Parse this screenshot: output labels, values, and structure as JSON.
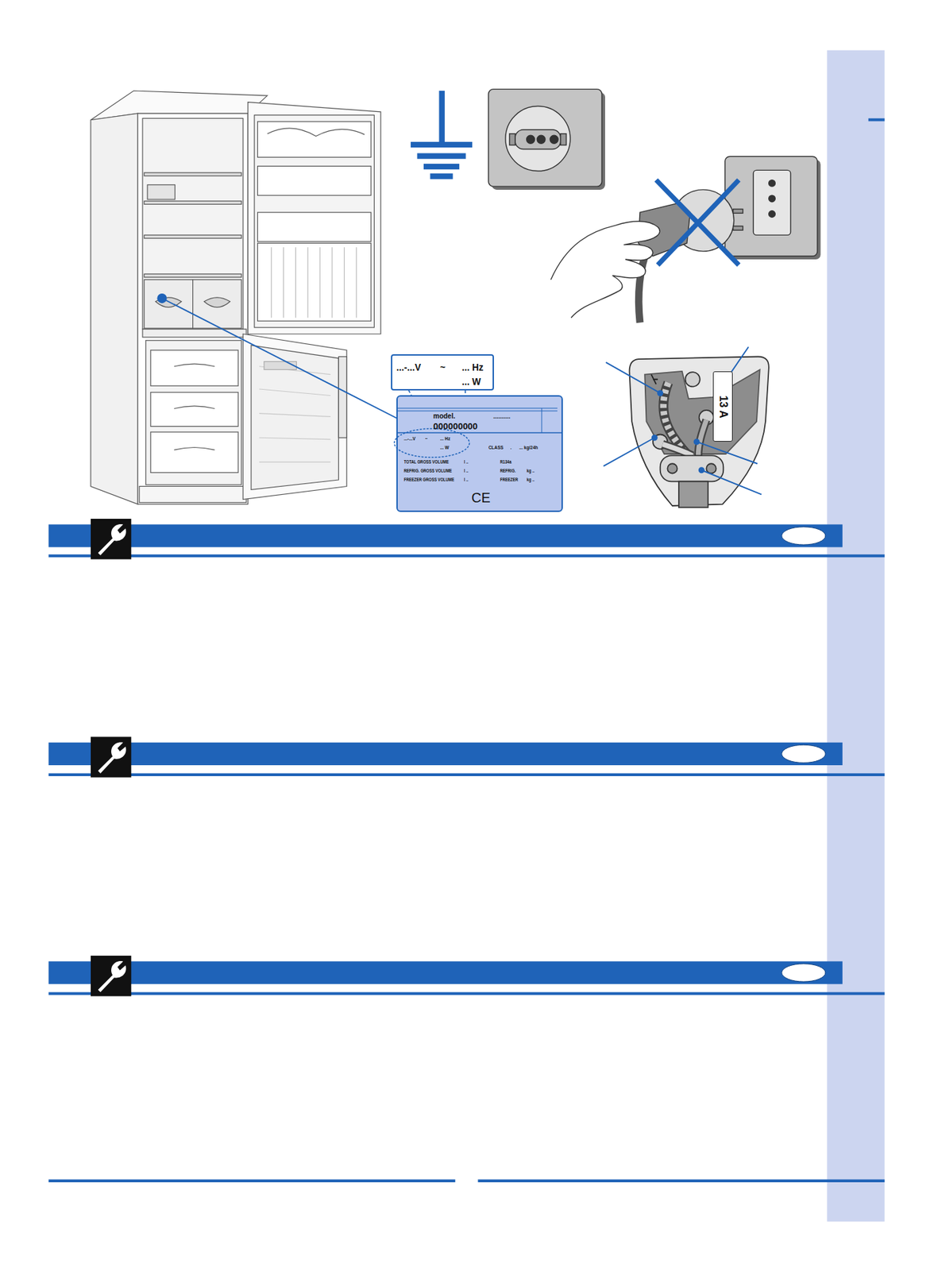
{
  "diagram": {
    "nodes": [
      {
        "text": [
          "...-...V",
          "~",
          "... Hz",
          "... W"
        ]
      },
      {
        "text": [
          "model.",
          "..........",
          "000000000",
          "...-...V",
          "~",
          "... Hz",
          "... W",
          "CLASS",
          ".",
          "... kg/24h",
          "TOTAL GROSS VOLUME",
          "l ..",
          "R134a",
          "REFRIG. GROSS VOLUME",
          "l ..",
          "REFRIG.",
          "kg ..",
          "FREEZER GROSS VOLUME",
          "l ..",
          "FREEZER",
          "kg ..",
          "CE"
        ]
      },
      {
        "text": [
          "13 A"
        ]
      }
    ],
    "edges": [
      {
        "from": 0,
        "to": 1,
        "arrow": "none"
      }
    ]
  }
}
